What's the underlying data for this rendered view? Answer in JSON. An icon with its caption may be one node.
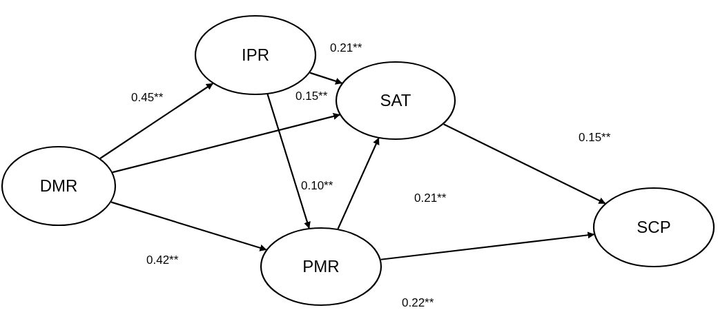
{
  "diagram": {
    "nodes": [
      {
        "text": [
          "IPR"
        ]
      },
      {
        "text": [
          "SAT"
        ]
      },
      {
        "text": [
          "DMR"
        ]
      },
      {
        "text": [
          "PMR"
        ]
      },
      {
        "text": [
          "SCP"
        ]
      }
    ],
    "edges": [
      {
        "from": 2,
        "to": 0,
        "arrow": "to",
        "label": "0.45**"
      },
      {
        "from": 2,
        "to": 1,
        "arrow": "to",
        "label": "0.15**"
      },
      {
        "from": 2,
        "to": 3,
        "arrow": "to",
        "label": "0.42**"
      },
      {
        "from": 0,
        "to": 1,
        "arrow": "to",
        "label": "0.21**"
      },
      {
        "from": 0,
        "to": 3,
        "arrow": "to",
        "label": "0.10**"
      },
      {
        "from": 3,
        "to": 1,
        "arrow": "to",
        "label": "0.21**"
      },
      {
        "from": 3,
        "to": 4,
        "arrow": "to",
        "label": "0.22**"
      },
      {
        "from": 1,
        "to": 4,
        "arrow": "to",
        "label": "0.15**"
      }
    ]
  }
}
